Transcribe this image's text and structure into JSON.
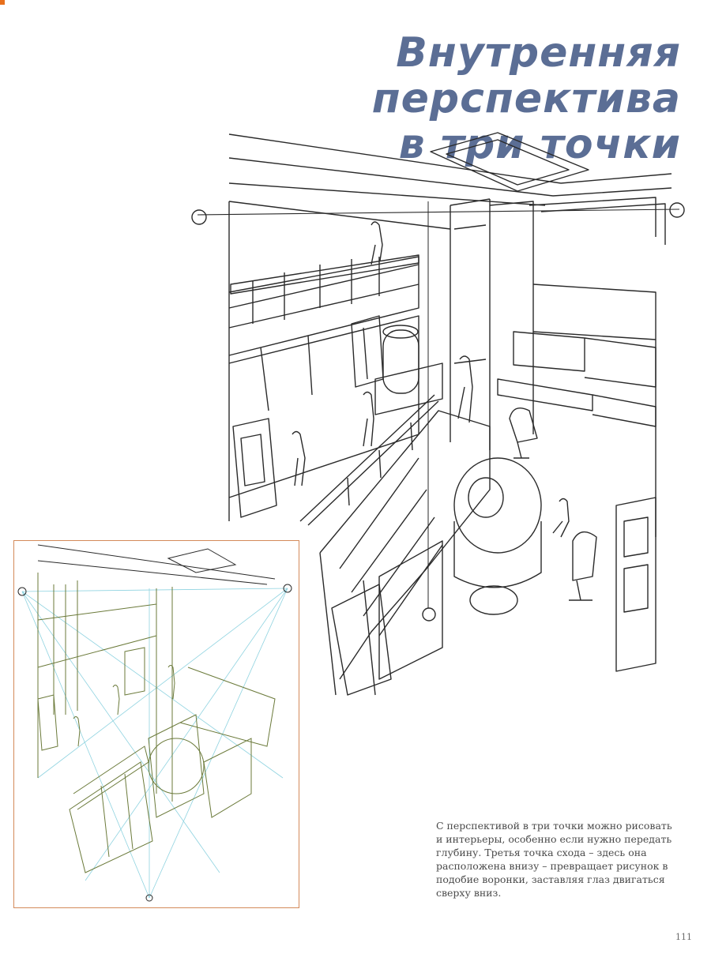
{
  "page": {
    "title_lines": [
      "Внутренняя перспектива",
      "в три точки"
    ],
    "caption": "С перспективой в три точки можно рисовать и интерьеры, особенно если нужно передать глубину. Третья точка схода – здесь она расположена внизу – превращает рисунок в подобие воронки, заставляя глаз двигаться сверху вниз.",
    "page_number": "111"
  },
  "colors": {
    "title": "#5b6e95",
    "line_art": "#2a2a2a",
    "construction_lines": "#8fd3e0",
    "inset_sketch": "#6b7a3a",
    "inset_border": "#d48a5a"
  },
  "icons": {
    "vanishing_point": "circle-marker"
  }
}
